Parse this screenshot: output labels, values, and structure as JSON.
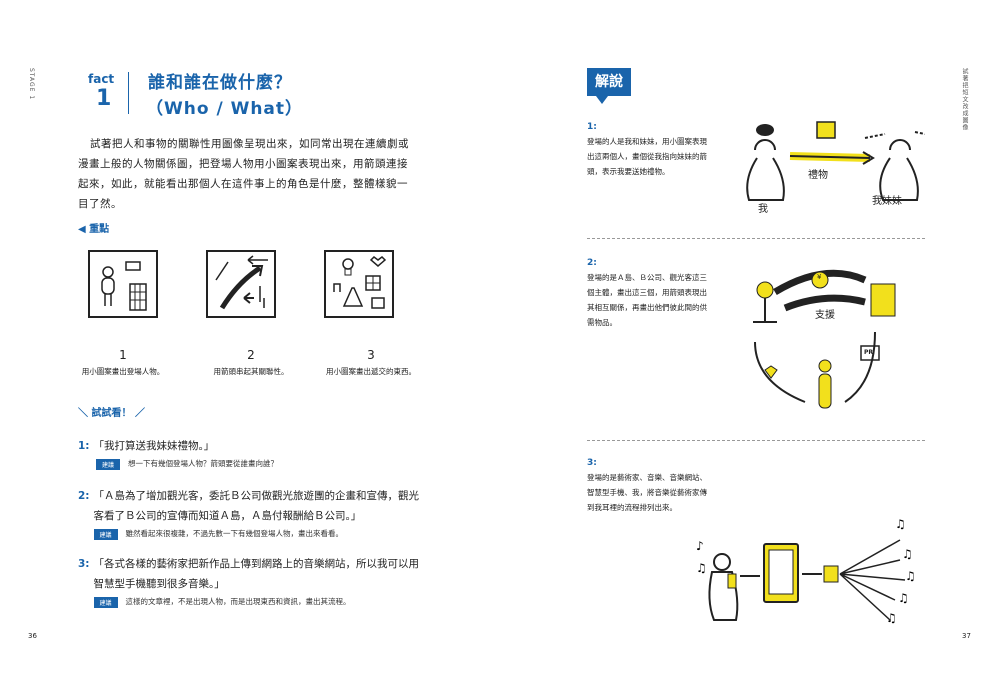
{
  "left": {
    "side_label": "STAGE 1",
    "fact_label": "fact",
    "fact_number": "1",
    "title_line1": "誰和誰在做什麼？",
    "title_line2": "（Who / What）",
    "intro": "試著把人和事物的關聯性用圖像呈現出來，如同常出現在連續劇或漫畫上般的人物關係圖，把登場人物用小圖案表現出來，用箭頭連接起來，如此，就能看出那個人在這件事上的角色是什麼，整體樣貌一目了然。",
    "key_points_label": "重點",
    "panels": [
      {
        "number": "1",
        "caption": "用小圖案畫出登場人物。"
      },
      {
        "number": "2",
        "caption": "用箭頭串起其關聯性。"
      },
      {
        "number": "3",
        "caption": "用小圖案畫出遞交的東西。"
      }
    ],
    "try_label": "＼ 試試看！ ／",
    "exercises": [
      {
        "num": "1:",
        "text": "「我打算送我妹妹禮物。」",
        "tip_label": "建議",
        "tip": "想一下有幾個登場人物？箭頭要從誰畫向誰？"
      },
      {
        "num": "2:",
        "text": "「Ａ島為了增加觀光客，委託Ｂ公司做觀光旅遊團的企畫和宣傳，觀光客看了Ｂ公司的宣傳而知道Ａ島，Ａ島付報酬給Ｂ公司。」",
        "tip_label": "建議",
        "tip": "雖然看起來很複雜，不過先數一下有幾個登場人物，畫出來看看。"
      },
      {
        "num": "3:",
        "text": "「各式各樣的藝術家把新作品上傳到網路上的音樂網站，所以我可以用智慧型手機聽到很多音樂。」",
        "tip_label": "建議",
        "tip": "這樣的文章裡，不是出現人物，而是出現東西和資訊，畫出其流程。"
      }
    ],
    "page_number": "36"
  },
  "right": {
    "badge": "解說",
    "side_label": "試著把短文改成圖像",
    "explanations": [
      {
        "num": "1:",
        "text": "登場的人是我和妹妹，用小圖案表現出這兩個人，畫個從我指向妹妹的箭頭，表示我要送她禮物。"
      },
      {
        "num": "2:",
        "text": "登場的是Ａ島、Ｂ公司、觀光客這三個主體，畫出這三個，用箭頭表現出其相互關係，再畫出他們彼此間的供需物品。"
      },
      {
        "num": "3:",
        "text": "登場的是藝術家、音樂、音樂網站、智慧型手機、我，將音樂從藝術家傳到我耳裡的流程排列出來。"
      }
    ],
    "diagram1": {
      "me": "我",
      "sister": "我妹妹",
      "gift": "禮物"
    },
    "diagram2": {
      "support": "支援",
      "yen": "¥",
      "pr": "PR"
    },
    "page_number": "37",
    "highlight_color": "#f2e01c"
  }
}
